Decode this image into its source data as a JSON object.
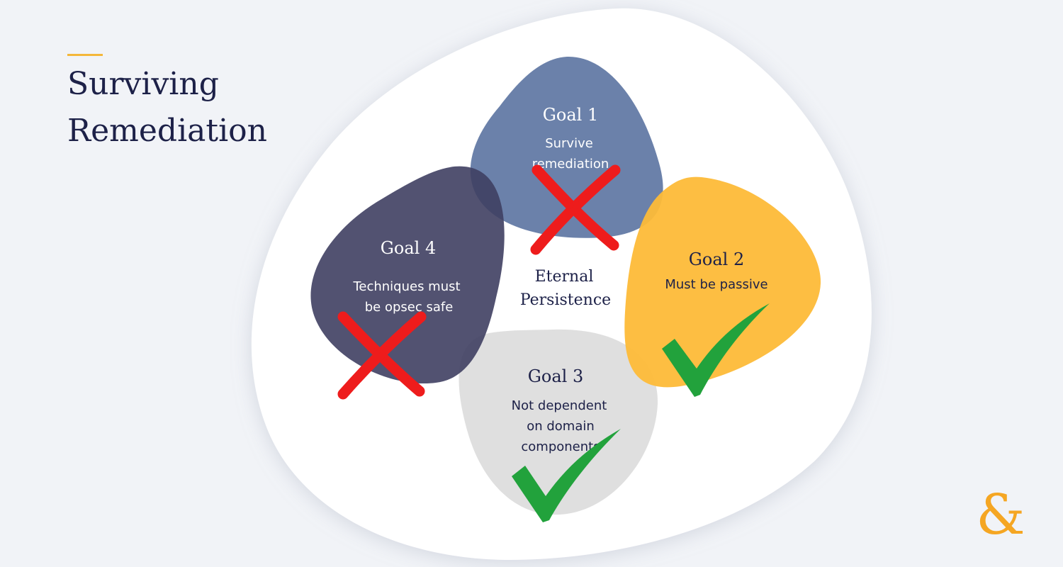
{
  "title": {
    "line1": "Surviving",
    "line2": "Remediation"
  },
  "diagram": {
    "center": {
      "line1": "Eternal",
      "line2": "Persistence"
    },
    "goals": [
      {
        "id": "goal1",
        "title": "Goal 1",
        "lines": [
          "Survive",
          "remediation"
        ],
        "status": "failed",
        "color": "#5e76a3"
      },
      {
        "id": "goal2",
        "title": "Goal 2",
        "lines": [
          "Must be passive"
        ],
        "status": "met",
        "color": "#fdba38"
      },
      {
        "id": "goal3",
        "title": "Goal 3",
        "lines": [
          "Not dependent",
          "on domain",
          "components"
        ],
        "status": "met",
        "color": "#dcdcdc"
      },
      {
        "id": "goal4",
        "title": "Goal 4",
        "lines": [
          "Techniques must",
          "be opsec safe"
        ],
        "status": "failed",
        "color": "#3f3f62"
      }
    ],
    "marks": {
      "failed": "red-x-icon",
      "met": "green-check-icon",
      "failed_color": "#ee1c1c",
      "met_color": "#22a23c"
    }
  },
  "logo": {
    "icon": "ampersand-logo-icon",
    "glyph": "&",
    "color": "#f5a623"
  }
}
